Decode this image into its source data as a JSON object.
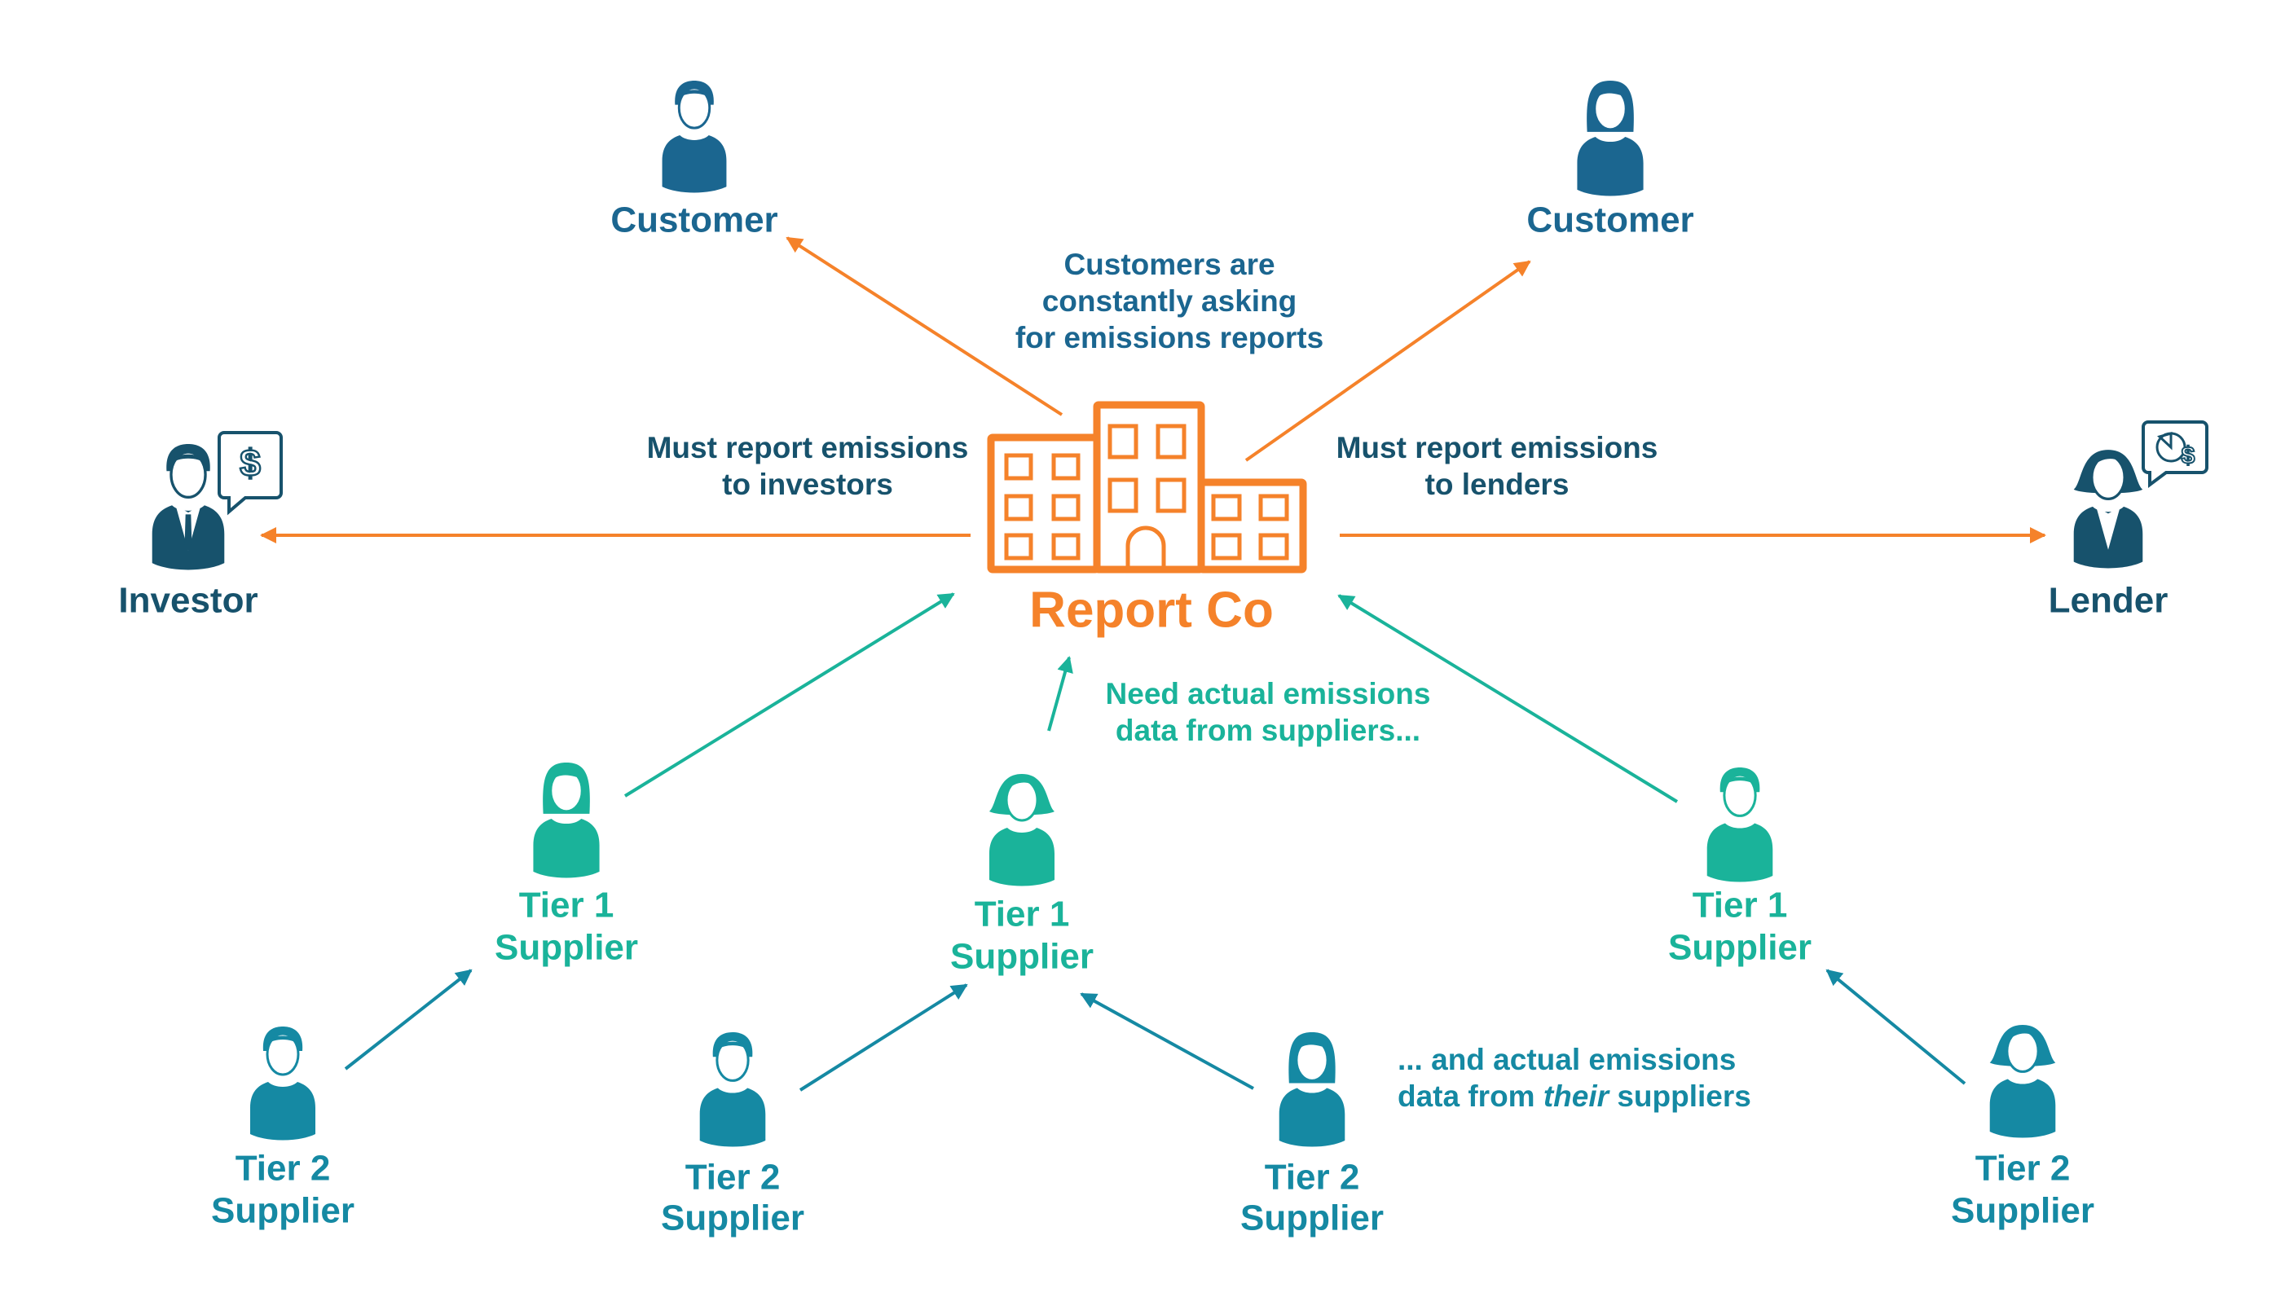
{
  "colors": {
    "orange": "#f5822a",
    "customer_blue": "#1b6690",
    "navy": "#17526c",
    "tier1_green": "#1ab39a",
    "tier2_teal": "#1589a3",
    "background": "#ffffff"
  },
  "center": {
    "name": "Report Co",
    "icon": "building-icon"
  },
  "nodes": [
    {
      "id": "customer-left",
      "label": [
        "Customer"
      ],
      "icon": "person-male-icon",
      "role": "customer"
    },
    {
      "id": "customer-right",
      "label": [
        "Customer"
      ],
      "icon": "person-female-icon",
      "role": "customer"
    },
    {
      "id": "investor",
      "label": [
        "Investor"
      ],
      "icon": "businessman-icon",
      "badge_icon": "dollar-speech-bubble-icon",
      "role": "investor"
    },
    {
      "id": "lender",
      "label": [
        "Lender"
      ],
      "icon": "businesswoman-icon",
      "badge_icon": "pie-chart-dollar-speech-bubble-icon",
      "role": "lender"
    },
    {
      "id": "tier1-left",
      "label": [
        "Tier 1",
        "Supplier"
      ],
      "icon": "person-female-icon",
      "role": "tier1"
    },
    {
      "id": "tier1-middle",
      "label": [
        "Tier 1",
        "Supplier"
      ],
      "icon": "person-female-short-hair-icon",
      "role": "tier1"
    },
    {
      "id": "tier1-right",
      "label": [
        "Tier 1",
        "Supplier"
      ],
      "icon": "person-male-icon",
      "role": "tier1"
    },
    {
      "id": "tier2-a",
      "label": [
        "Tier 2",
        "Supplier"
      ],
      "icon": "person-male-icon",
      "role": "tier2"
    },
    {
      "id": "tier2-b",
      "label": [
        "Tier 2",
        "Supplier"
      ],
      "icon": "person-male-icon",
      "role": "tier2"
    },
    {
      "id": "tier2-c",
      "label": [
        "Tier 2",
        "Supplier"
      ],
      "icon": "person-female-icon",
      "role": "tier2"
    },
    {
      "id": "tier2-d",
      "label": [
        "Tier 2",
        "Supplier"
      ],
      "icon": "person-female-short-hair-icon",
      "role": "tier2"
    }
  ],
  "edges": [
    {
      "from": "Report Co",
      "to": "customer-left",
      "color": "orange"
    },
    {
      "from": "Report Co",
      "to": "customer-right",
      "color": "orange"
    },
    {
      "from": "Report Co",
      "to": "investor",
      "color": "orange"
    },
    {
      "from": "Report Co",
      "to": "lender",
      "color": "orange"
    },
    {
      "from": "tier1-left",
      "to": "Report Co",
      "color": "tier1_green"
    },
    {
      "from": "tier1-middle",
      "to": "Report Co",
      "color": "tier1_green"
    },
    {
      "from": "tier1-right",
      "to": "Report Co",
      "color": "tier1_green"
    },
    {
      "from": "tier2-a",
      "to": "tier1-left",
      "color": "tier2_teal"
    },
    {
      "from": "tier2-b",
      "to": "tier1-middle",
      "color": "tier2_teal"
    },
    {
      "from": "tier2-c",
      "to": "tier1-middle",
      "color": "tier2_teal"
    },
    {
      "from": "tier2-d",
      "to": "tier1-right",
      "color": "tier2_teal"
    }
  ],
  "annotations": {
    "customers": [
      "Customers are",
      "constantly asking",
      "for emissions reports"
    ],
    "investors": [
      "Must report emissions",
      "to investors"
    ],
    "lenders": [
      "Must report emissions",
      "to lenders"
    ],
    "tier1": [
      "Need actual emissions",
      "data from suppliers..."
    ],
    "tier2": {
      "line1": "... and actual emissions",
      "line2_pre": "data from ",
      "line2_em": "their",
      "line2_post": " suppliers"
    }
  }
}
